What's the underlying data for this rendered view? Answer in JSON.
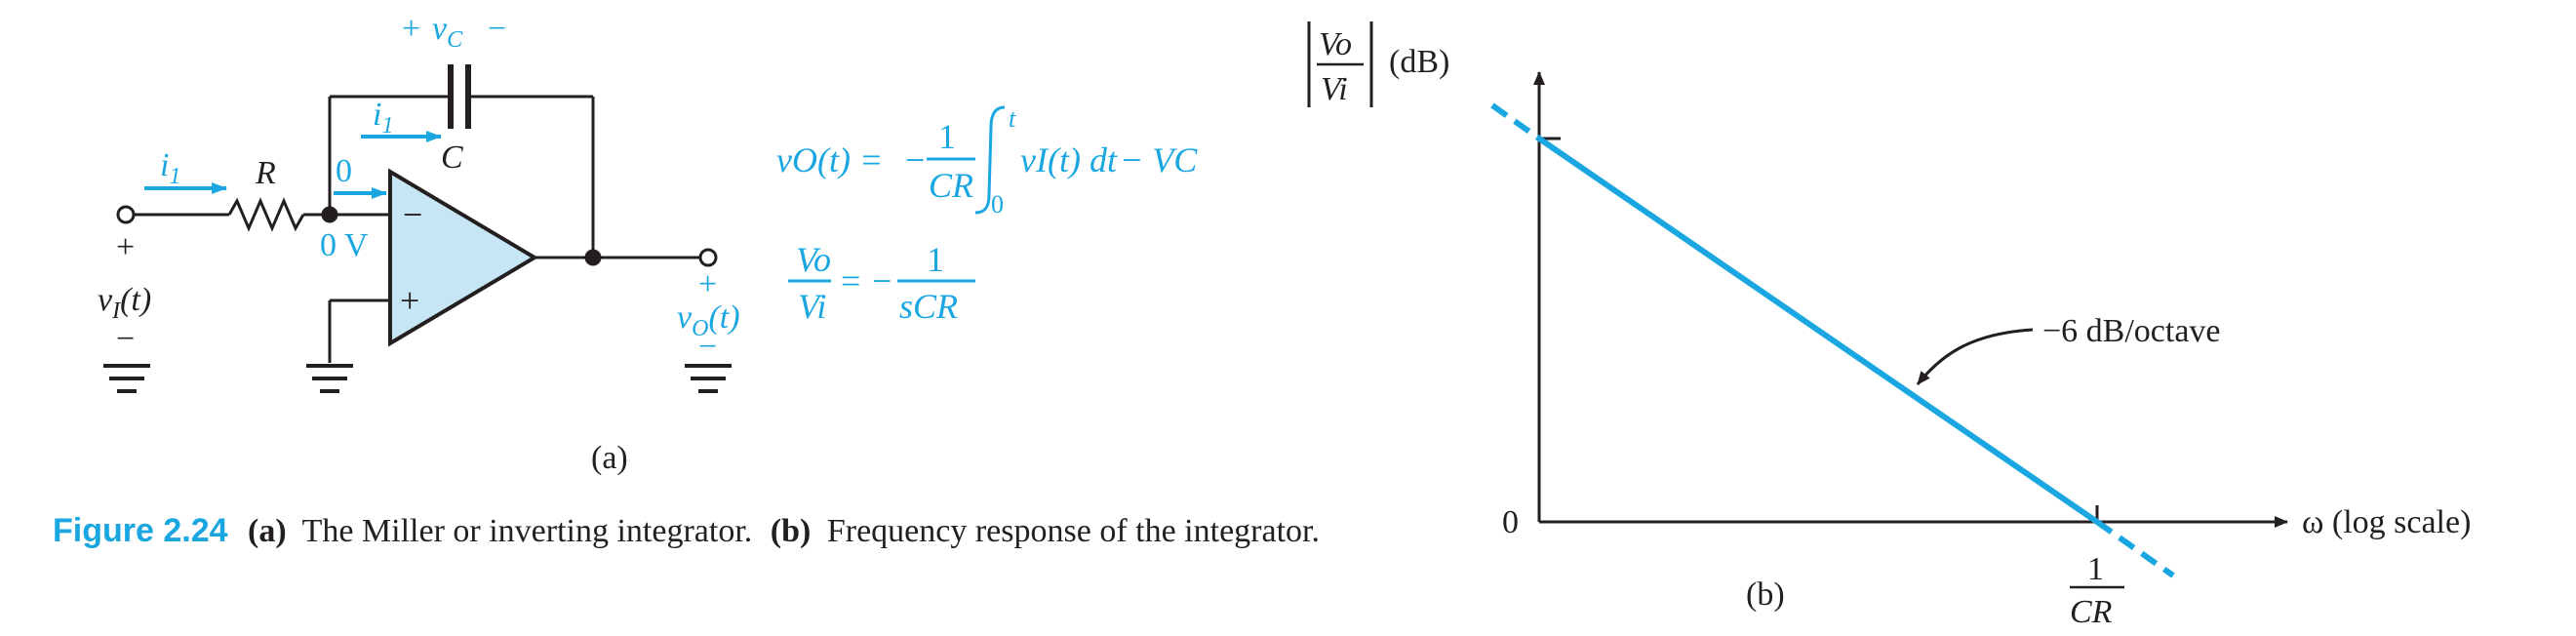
{
  "colors": {
    "accent": "#1aa7e1",
    "opamp_fill": "#c7e6f5",
    "ink": "#231f20"
  },
  "circuit": {
    "capacitor_voltage_plus": "+",
    "capacitor_voltage_symbol": "v",
    "capacitor_voltage_sub": "C",
    "capacitor_voltage_minus": "−",
    "current_cap": "i",
    "current_cap_sub": "1",
    "current_in": "i",
    "current_in_sub": "1",
    "resistor_label": "R",
    "capacitor_label": "C",
    "zero_current": "0",
    "node_voltage": "0 V",
    "opamp_minus": "−",
    "opamp_plus": "+",
    "input_plus": "+",
    "input_symbol": "v",
    "input_sub": "I",
    "input_arg": "(t)",
    "input_minus": "−",
    "output_plus": "+",
    "output_symbol": "v",
    "output_sub": "O",
    "output_arg": "(t)",
    "output_minus": "−",
    "panel_label": "(a)"
  },
  "equations": {
    "eq1_lhs": "vO(t) =",
    "eq1_sign": "−",
    "eq1_num": "1",
    "eq1_den": "CR",
    "eq1_upper_limit": "t",
    "eq1_lower_limit": "0",
    "eq1_integrand": "vI(t) dt",
    "eq1_tail": "− VC",
    "eq2_num": "Vo",
    "eq2_den": "Vi",
    "eq2_eq": "=",
    "eq2_sign": "−",
    "eq2_rhs_num": "1",
    "eq2_rhs_den": "sCR"
  },
  "caption": {
    "figure_label": "Figure 2.24",
    "part_a_tag": "(a)",
    "part_a_text": "The Miller or inverting integrator.",
    "part_b_tag": "(b)",
    "part_b_text": "Frequency response of the integrator."
  },
  "plot": {
    "y_label_num": "Vo",
    "y_label_den": "Vi",
    "y_unit": "(dB)",
    "x_label": "ω (log scale)",
    "origin_label": "0",
    "corner_num": "1",
    "corner_den": "CR",
    "slope_annotation": "−6 dB/octave",
    "panel_label": "(b)"
  },
  "chart_data": {
    "type": "line",
    "title": "",
    "xlabel": "ω (log scale)",
    "ylabel": "|Vo/Vi| (dB)",
    "x_scale": "log",
    "series": [
      {
        "name": "",
        "x": [
          "",
          "1/CR"
        ],
        "y": [
          "",
          0
        ]
      }
    ],
    "annotations": [
      "−6 dB/octave"
    ],
    "grid": false
  }
}
